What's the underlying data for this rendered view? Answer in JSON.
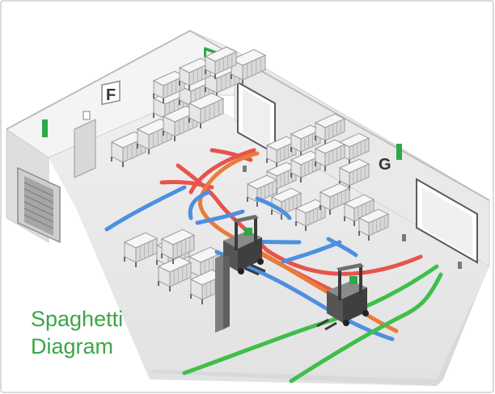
{
  "caption": {
    "line1": "Spaghetti",
    "line2": "Diagram"
  },
  "zones": {
    "left": "F",
    "right": "G"
  },
  "colors": {
    "caption": "#3aa648",
    "path_red": "#e8534b",
    "path_orange": "#e97c3a",
    "path_blue": "#4e8fe0",
    "path_green": "#3fbf4a",
    "signage_green": "#2ea84a",
    "floor": "#ececec",
    "wall_light": "#f2f2f2",
    "wall_side": "#dcdcdc",
    "frame_border": "#c8c8c8",
    "forklift": "#4a4a4a"
  },
  "paths": [
    {
      "name": "red-path",
      "color_key": "path_red"
    },
    {
      "name": "orange-path",
      "color_key": "path_orange"
    },
    {
      "name": "blue-path",
      "color_key": "path_blue"
    },
    {
      "name": "green-path",
      "color_key": "path_green"
    }
  ],
  "icons": [
    "exit-sign-icon",
    "forklift-icon",
    "rack-icon",
    "dock-door-icon"
  ]
}
